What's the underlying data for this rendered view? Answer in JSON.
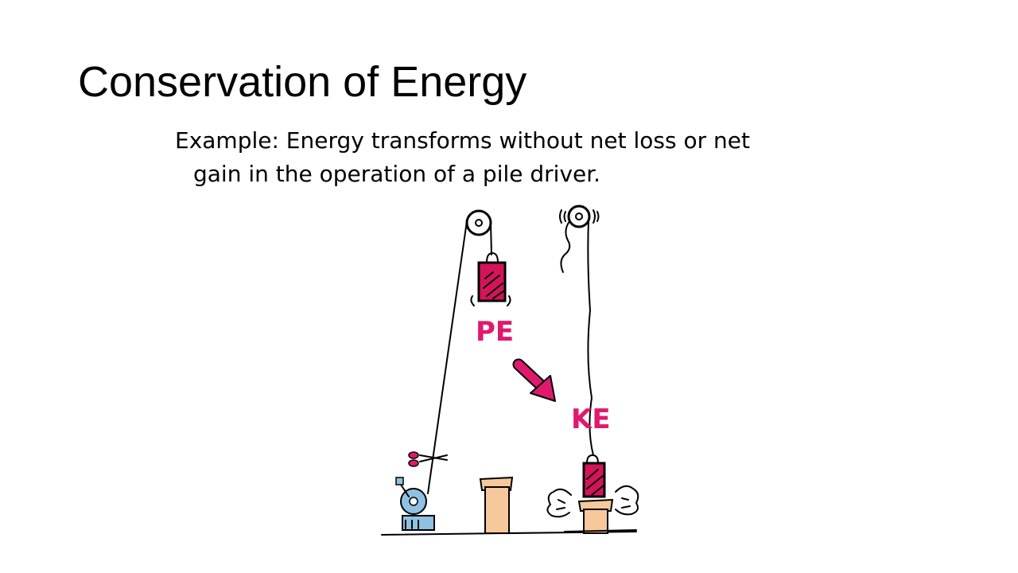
{
  "slide": {
    "title": "Conservation of Energy",
    "body_line1": "Example: Energy transforms without net loss or net",
    "body_line2": "gain in the operation of a pile driver."
  },
  "illustration": {
    "label_pe": "PE",
    "label_ke": "KE",
    "colors": {
      "accent_magenta": "#e0196e",
      "weight_fill": "#d4145a",
      "post_fill": "#f7c89b",
      "winch_fill": "#8fc1e3"
    }
  }
}
